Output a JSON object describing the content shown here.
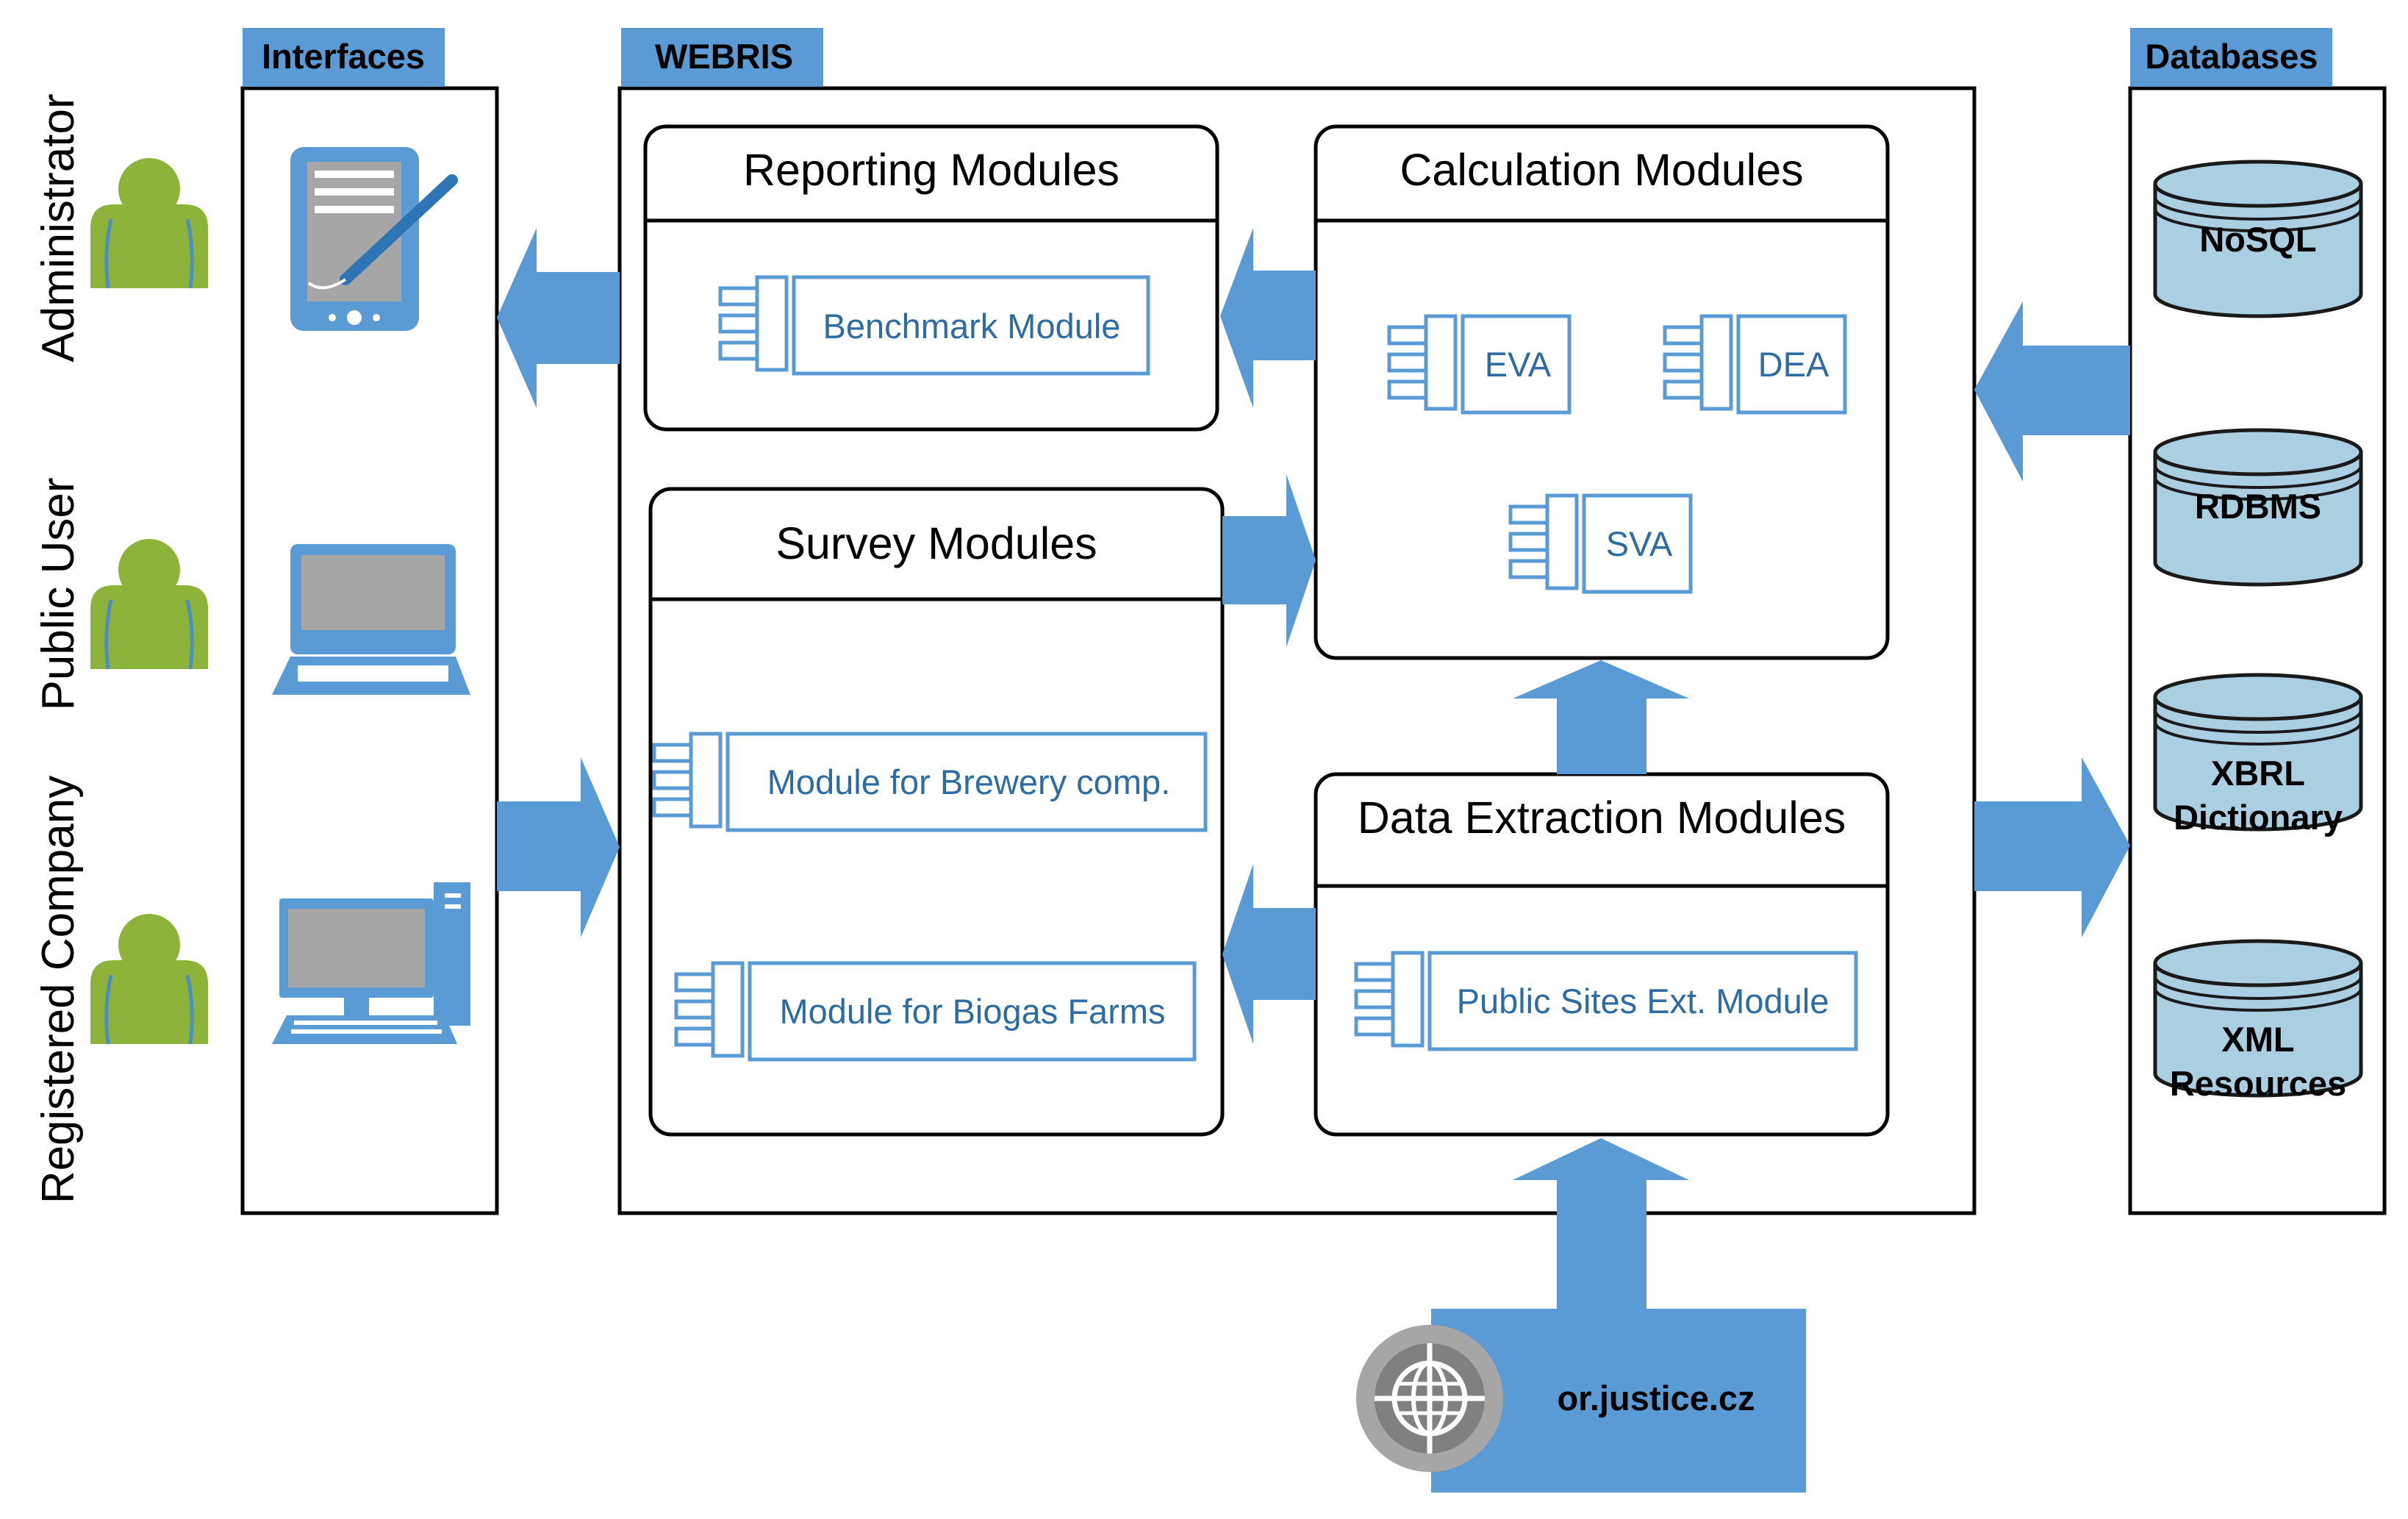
{
  "colors": {
    "accent": "#5b9bd5",
    "component_text": "#2e6da4",
    "actor_green": "#8db33a",
    "database_fill": "#a9cfe0",
    "globe_grey": "#a6a6a6"
  },
  "actors": [
    {
      "label": "Administrator",
      "icon": "user-icon"
    },
    {
      "label": "Public User",
      "icon": "user-icon"
    },
    {
      "label": "Registered Company",
      "icon": "user-icon"
    }
  ],
  "interfaces": {
    "tab": "Interfaces",
    "devices": [
      {
        "icon": "tablet-pen-icon"
      },
      {
        "icon": "laptop-icon"
      },
      {
        "icon": "desktop-computer-icon"
      }
    ]
  },
  "webris": {
    "tab": "WEBRIS",
    "reporting": {
      "title": "Reporting Modules",
      "components": [
        "Benchmark Module"
      ]
    },
    "calculation": {
      "title": "Calculation Modules",
      "components": [
        "EVA",
        "DEA",
        "SVA"
      ]
    },
    "survey": {
      "title": "Survey Modules",
      "components": [
        "Module for Brewery comp.",
        "Module for Biogas Farms"
      ]
    },
    "extraction": {
      "title": "Data Extraction Modules",
      "components": [
        "Public Sites Ext. Module"
      ]
    }
  },
  "databases": {
    "tab": "Databases",
    "items": [
      {
        "lines": [
          "NoSQL"
        ]
      },
      {
        "lines": [
          "RDBMS"
        ]
      },
      {
        "lines": [
          "XBRL",
          "Dictionary"
        ]
      },
      {
        "lines": [
          "XML",
          "Resources"
        ]
      }
    ]
  },
  "external_source": {
    "label": "or.justice.cz",
    "icon": "globe-icon"
  }
}
